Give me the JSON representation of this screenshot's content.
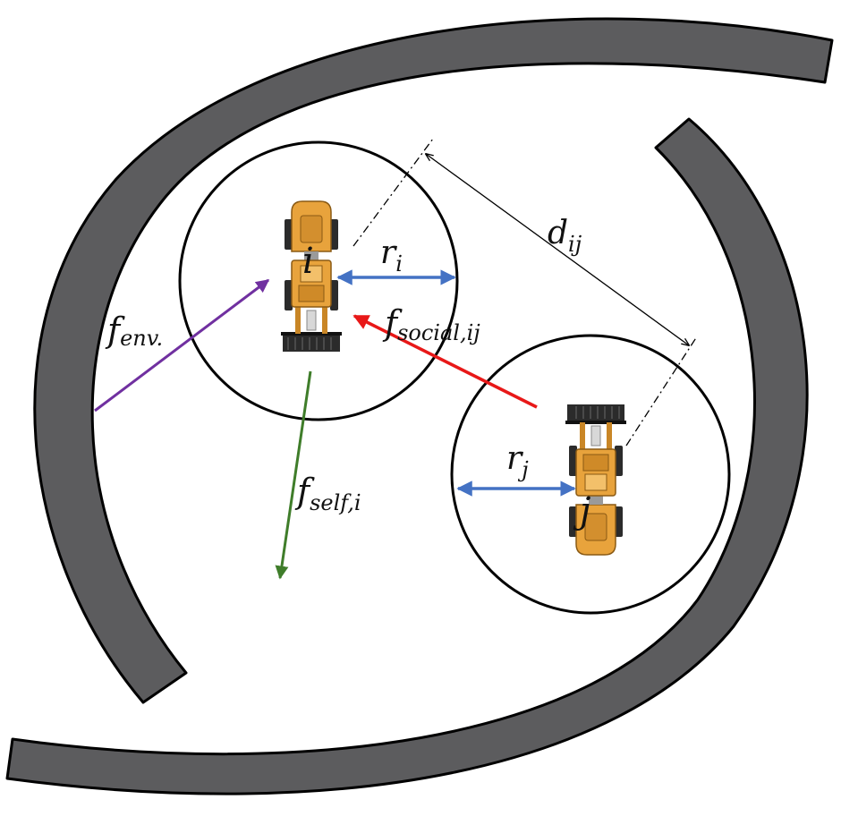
{
  "colors": {
    "wall_fill": "#5c5c5e",
    "wall_stroke": "#000000",
    "circle_stroke": "#000000",
    "radius_arrow": "#4472c4",
    "social_force": "#e81818",
    "env_force": "#7030a0",
    "self_force": "#3f7d2a",
    "distance": "#000000",
    "vehicle_body": "#e8a33c",
    "vehicle_dark": "#2b2b2b"
  },
  "labels": {
    "agent_i": "i",
    "agent_j": "j",
    "radius_i": {
      "base": "r",
      "sub": "i"
    },
    "radius_j": {
      "base": "r",
      "sub": "j"
    },
    "distance": {
      "base": "d",
      "sub": "ij"
    },
    "force_env": {
      "base": "f",
      "sub": "env."
    },
    "force_social": {
      "base": "f",
      "sub": "social,ij"
    },
    "force_self": {
      "base": "f",
      "sub": "self,i"
    }
  },
  "icons": {
    "vehicle": "wheel-loader-icon"
  }
}
